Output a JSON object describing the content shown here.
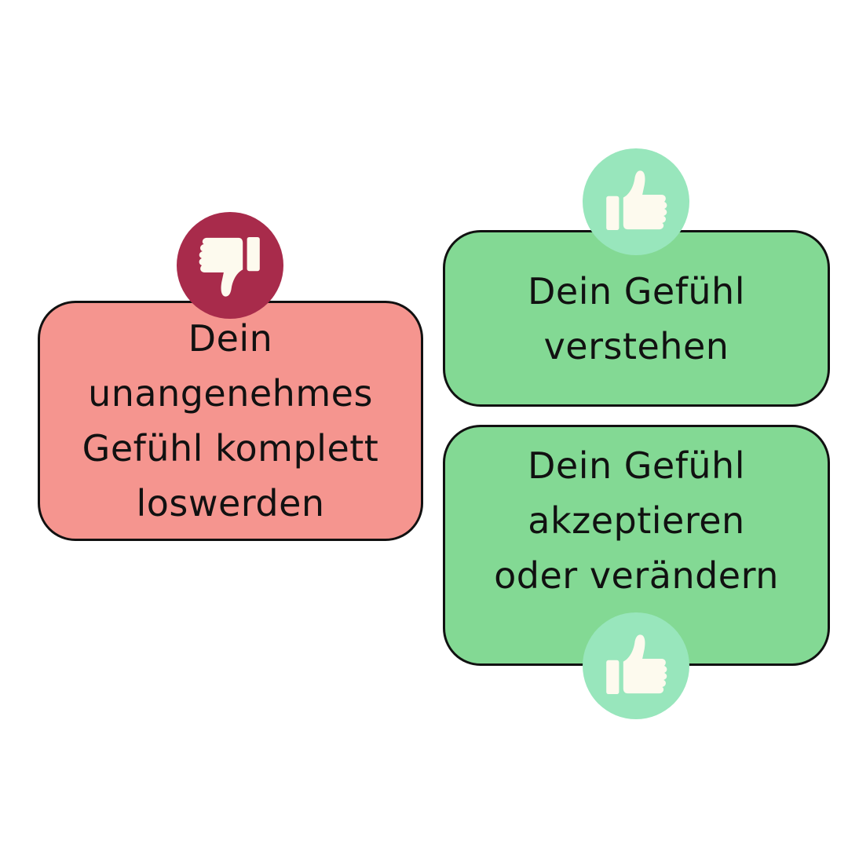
{
  "colors": {
    "negative_card": "#f5958f",
    "negative_badge": "#a82b4b",
    "positive_card": "#83d994",
    "positive_badge": "#98e6bc",
    "icon_fill": "#fdfaee"
  },
  "cards": [
    {
      "sentiment": "negative",
      "icon": "thumbs-down-icon",
      "lines": [
        "Dein",
        "unangenehmes",
        "Gefühl komplett",
        "loswerden"
      ]
    },
    {
      "sentiment": "positive",
      "icon": "thumbs-up-icon",
      "lines": [
        "Dein Gefühl",
        "verstehen"
      ]
    },
    {
      "sentiment": "positive",
      "icon": "thumbs-up-icon",
      "lines": [
        "Dein Gefühl",
        "akzeptieren",
        "oder verändern"
      ]
    }
  ]
}
